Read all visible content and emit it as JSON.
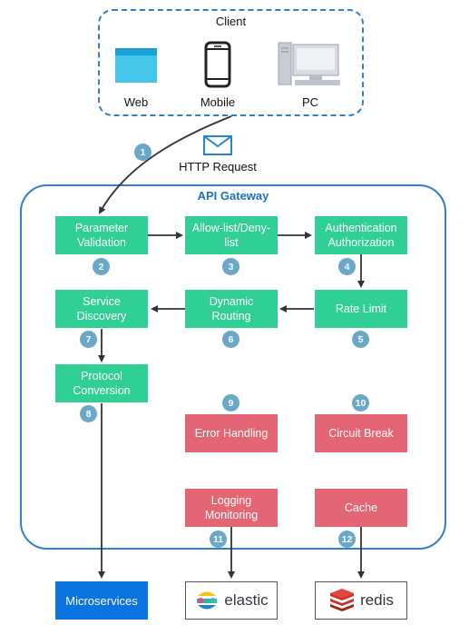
{
  "client": {
    "title": "Client",
    "devices": [
      {
        "label": "Web",
        "icon": "browser-window-icon"
      },
      {
        "label": "Mobile",
        "icon": "mobile-phone-icon"
      },
      {
        "label": "PC",
        "icon": "desktop-pc-icon"
      }
    ]
  },
  "request": {
    "step": "1",
    "label": "HTTP Request",
    "icon": "envelope-icon"
  },
  "gateway": {
    "title": "API Gateway",
    "steps": [
      {
        "step": "2",
        "label": "Parameter\nValidation"
      },
      {
        "step": "3",
        "label": "Allow-list/Deny-\nlist"
      },
      {
        "step": "4",
        "label": "Authentication\nAuthorization"
      },
      {
        "step": "5",
        "label": "Rate Limit"
      },
      {
        "step": "6",
        "label": "Dynamic\nRouting"
      },
      {
        "step": "7",
        "label": "Service\nDiscovery"
      },
      {
        "step": "8",
        "label": "Protocol\nConversion"
      },
      {
        "step": "9",
        "label": "Error Handling"
      },
      {
        "step": "10",
        "label": "Circuit Break"
      },
      {
        "step": "11",
        "label": "Logging\nMonitoring"
      },
      {
        "step": "12",
        "label": "Cache"
      }
    ]
  },
  "outputs": {
    "microservices": "Microservices",
    "elastic": "elastic",
    "redis": "redis"
  },
  "colors": {
    "step_node": "#2fcf96",
    "cross_cutting_node": "#e46674",
    "badge": "#6aa8c9",
    "border": "#2f80c8",
    "microservices": "#0b73e0"
  }
}
